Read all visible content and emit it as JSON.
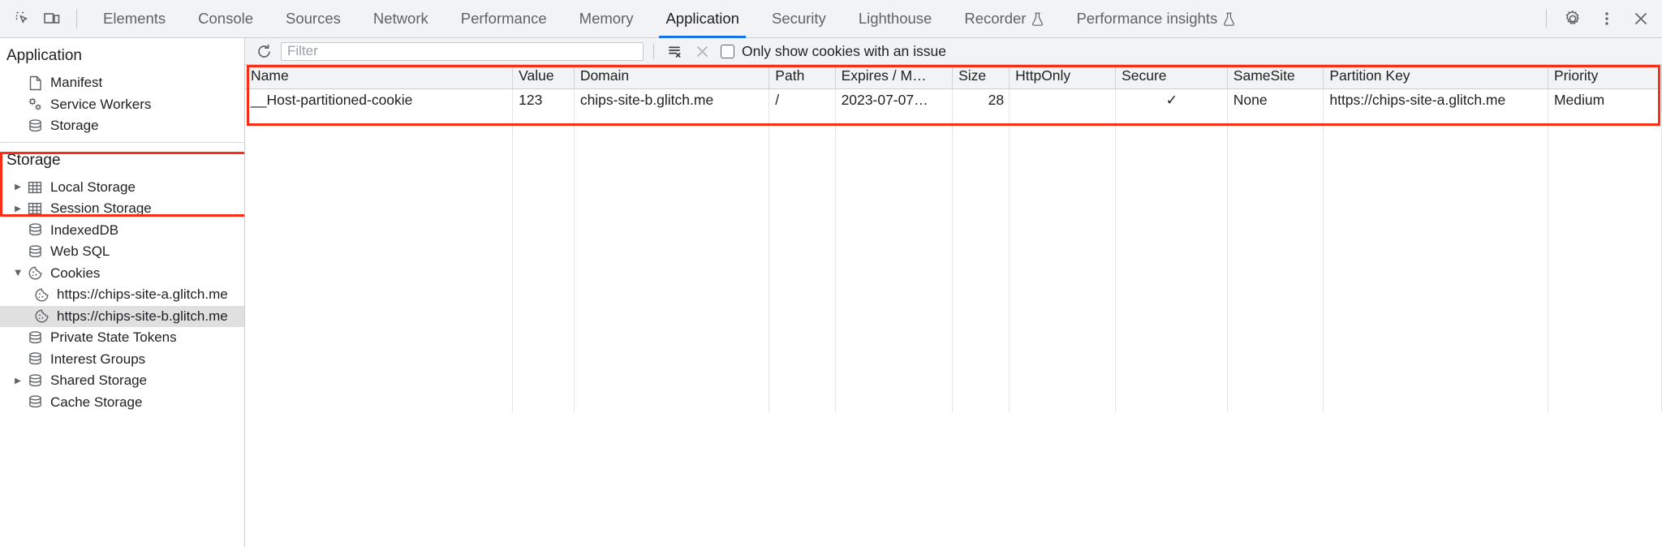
{
  "toolbar": {
    "inspect_icon": "inspect-element-icon",
    "device_icon": "device-toolbar-icon",
    "tabs": [
      {
        "label": "Elements",
        "active": false,
        "experimental": false
      },
      {
        "label": "Console",
        "active": false,
        "experimental": false
      },
      {
        "label": "Sources",
        "active": false,
        "experimental": false
      },
      {
        "label": "Network",
        "active": false,
        "experimental": false
      },
      {
        "label": "Performance",
        "active": false,
        "experimental": false
      },
      {
        "label": "Memory",
        "active": false,
        "experimental": false
      },
      {
        "label": "Application",
        "active": true,
        "experimental": false
      },
      {
        "label": "Security",
        "active": false,
        "experimental": false
      },
      {
        "label": "Lighthouse",
        "active": false,
        "experimental": false
      },
      {
        "label": "Recorder",
        "active": false,
        "experimental": true
      },
      {
        "label": "Performance insights",
        "active": false,
        "experimental": true
      }
    ],
    "settings_icon": "gear-icon",
    "more_icon": "more-vertical-icon",
    "close_icon": "close-icon"
  },
  "sidebar": {
    "application_section": {
      "title": "Application",
      "items": [
        {
          "label": "Manifest",
          "icon": "manifest-page-icon",
          "expandable": false
        },
        {
          "label": "Service Workers",
          "icon": "service-workers-icon",
          "expandable": false
        },
        {
          "label": "Storage",
          "icon": "database-icon",
          "expandable": false
        }
      ]
    },
    "storage_section": {
      "title": "Storage",
      "items": [
        {
          "label": "Local Storage",
          "icon": "table-icon",
          "expandable": true,
          "expanded": false,
          "selected": false,
          "indent": 1
        },
        {
          "label": "Session Storage",
          "icon": "table-icon",
          "expandable": true,
          "expanded": false,
          "selected": false,
          "indent": 1
        },
        {
          "label": "IndexedDB",
          "icon": "database-icon",
          "expandable": false,
          "expanded": false,
          "selected": false,
          "indent": 1
        },
        {
          "label": "Web SQL",
          "icon": "database-icon",
          "expandable": false,
          "expanded": false,
          "selected": false,
          "indent": 1
        },
        {
          "label": "Cookies",
          "icon": "cookie-icon",
          "expandable": true,
          "expanded": true,
          "selected": false,
          "indent": 1
        },
        {
          "label": "https://chips-site-a.glitch.me",
          "icon": "cookie-icon",
          "expandable": false,
          "expanded": false,
          "selected": false,
          "indent": 2
        },
        {
          "label": "https://chips-site-b.glitch.me",
          "icon": "cookie-icon",
          "expandable": false,
          "expanded": false,
          "selected": true,
          "indent": 2
        },
        {
          "label": "Private State Tokens",
          "icon": "database-icon",
          "expandable": false,
          "expanded": false,
          "selected": false,
          "indent": 1
        },
        {
          "label": "Interest Groups",
          "icon": "database-icon",
          "expandable": false,
          "expanded": false,
          "selected": false,
          "indent": 1
        },
        {
          "label": "Shared Storage",
          "icon": "database-icon",
          "expandable": true,
          "expanded": false,
          "selected": false,
          "indent": 1
        },
        {
          "label": "Cache Storage",
          "icon": "database-icon",
          "expandable": false,
          "expanded": false,
          "selected": false,
          "indent": 1
        }
      ]
    }
  },
  "filter_bar": {
    "refresh_icon": "refresh-icon",
    "filter_placeholder": "Filter",
    "filter_value": "",
    "clear_all_icon": "clear-all-cookies-icon",
    "clear_filtered_icon": "clear-filtered-cookies-icon",
    "only_issues_label": "Only show cookies with an issue",
    "only_issues_checked": false
  },
  "cookie_table": {
    "columns": [
      "Name",
      "Value",
      "Domain",
      "Path",
      "Expires / M…",
      "Size",
      "HttpOnly",
      "Secure",
      "SameSite",
      "Partition Key",
      "Priority"
    ],
    "rows": [
      {
        "name": "__Host-partitioned-cookie",
        "value": "123",
        "domain": "chips-site-b.glitch.me",
        "path": "/",
        "expires": "2023-07-07…",
        "size": "28",
        "http_only": "",
        "secure": "✓",
        "same_site": "None",
        "partition_key": "https://chips-site-a.glitch.me",
        "priority": "Medium"
      }
    ]
  },
  "annotations": {
    "color": "#fc2d16",
    "regions": [
      "cookies-tree-group",
      "cookie-table-region"
    ]
  }
}
